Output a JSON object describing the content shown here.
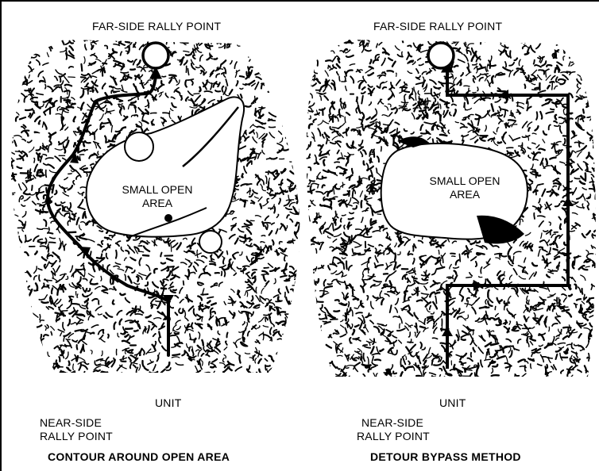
{
  "left_panel": {
    "far_side_label": "FAR-SIDE RALLY POINT",
    "open_area_line1": "SMALL OPEN",
    "open_area_line2": "AREA",
    "unit_label": "UNIT",
    "near_side_line1": "NEAR-SIDE",
    "near_side_line2": "RALLY POINT",
    "caption": "CONTOUR AROUND OPEN AREA"
  },
  "right_panel": {
    "far_side_label": "FAR-SIDE RALLY POINT",
    "open_area_line1": "SMALL OPEN",
    "open_area_line2": "AREA",
    "unit_label": "UNIT",
    "near_side_line1": "NEAR-SIDE",
    "near_side_line2": "RALLY POINT",
    "caption": "DETOUR BYPASS METHOD"
  },
  "colors": {
    "ink": "#000000",
    "paper": "#ffffff"
  }
}
